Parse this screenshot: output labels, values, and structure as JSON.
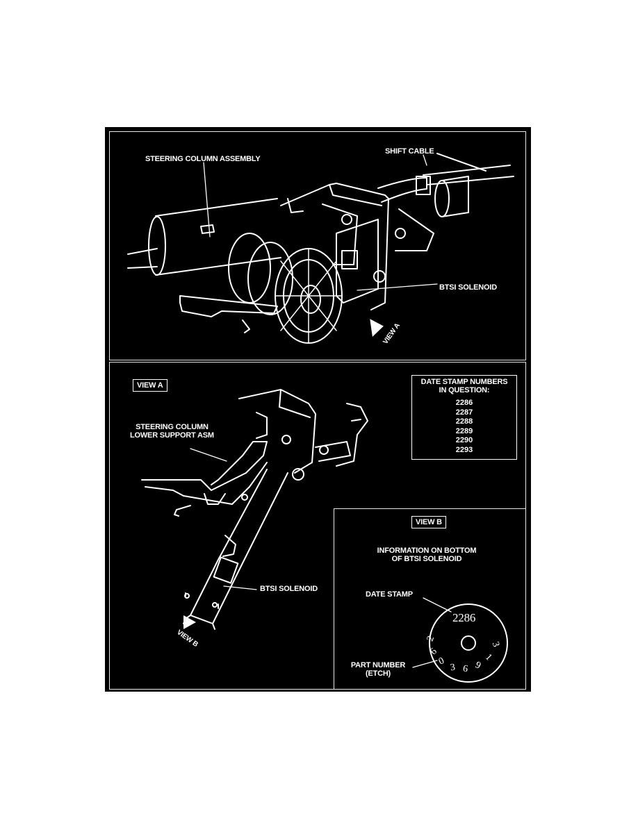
{
  "top_view": {
    "steering_column_assembly": "STEERING COLUMN ASSEMBLY",
    "shift_cable": "SHIFT CABLE",
    "btsi_solenoid": "BTSI SOLENOID",
    "view_a_arrow": "VIEW A"
  },
  "view_a": {
    "tag": "VIEW A",
    "lower_support_line1": "STEERING COLUMN",
    "lower_support_line2": "LOWER SUPPORT ASM",
    "btsi_solenoid": "BTSI SOLENOID",
    "view_b_arrow": "VIEW B"
  },
  "date_stamps": {
    "title_line1": "DATE STAMP NUMBERS",
    "title_line2": "IN QUESTION:",
    "numbers": [
      "2286",
      "2287",
      "2288",
      "2289",
      "2290",
      "2293"
    ]
  },
  "view_b": {
    "tag": "VIEW B",
    "info_line1": "INFORMATION ON BOTTOM",
    "info_line2": "OF BTSI SOLENOID",
    "date_stamp_label": "DATE STAMP",
    "date_stamp_value": "2286",
    "part_number_line1": "PART NUMBER",
    "part_number_line2": "(ETCH)",
    "part_number_digits": [
      "2",
      "6",
      "0",
      "3",
      "6",
      "9",
      "1",
      "3"
    ]
  }
}
